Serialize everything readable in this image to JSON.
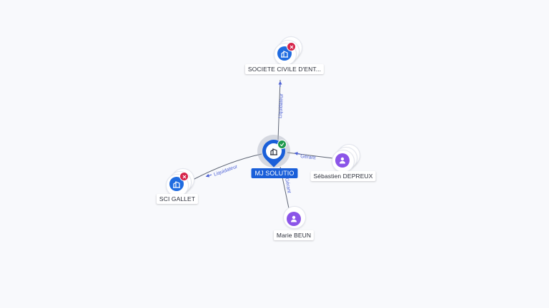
{
  "graph": {
    "center": {
      "label": "MJ SOLUTIO",
      "icon": "building-icon",
      "status": "active",
      "status_icon": "check-icon"
    },
    "nodes": [
      {
        "id": "societe-civile",
        "label": "SOCIETE CIVILE D'ENT...",
        "type": "company",
        "icon": "building-icon",
        "status": "closed",
        "status_icon": "x-icon"
      },
      {
        "id": "sebastien-depreux",
        "label": "Sébastien DEPREUX",
        "type": "person",
        "icon": "person-icon"
      },
      {
        "id": "marie-beun",
        "label": "Marie BEUN",
        "type": "person",
        "icon": "person-icon"
      },
      {
        "id": "sci-gallet",
        "label": "SCI GALLET",
        "type": "company",
        "icon": "building-icon",
        "status": "closed",
        "status_icon": "x-icon"
      }
    ],
    "edges": [
      {
        "from": "MJ SOLUTIO",
        "to": "SOCIETE CIVILE D'ENT...",
        "label": "Liquidateur"
      },
      {
        "from": "Sébastien DEPREUX",
        "to": "MJ SOLUTIO",
        "label": "Gérant"
      },
      {
        "from": "Marie BEUN",
        "to": "MJ SOLUTIO",
        "label": "Gérant"
      },
      {
        "from": "MJ SOLUTIO",
        "to": "SCI GALLET",
        "label": "Liquidateur"
      }
    ]
  },
  "colors": {
    "company": "#1f6be0",
    "person": "#8b55e8",
    "closed": "#d6254a",
    "active": "#1f9a4d",
    "edge_label": "#4f63d6"
  }
}
